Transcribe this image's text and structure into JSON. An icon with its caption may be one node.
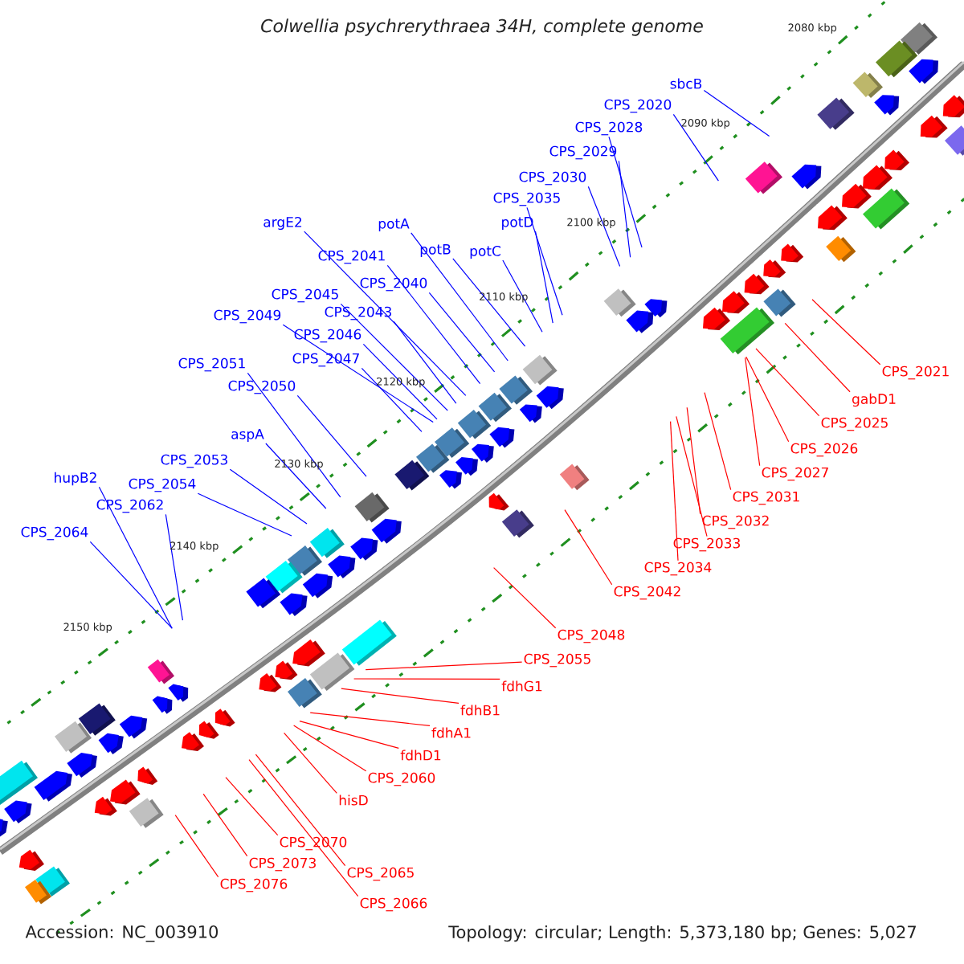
{
  "diagram": {
    "title": "Colwellia psychrerythraea 34H, complete genome",
    "nodes": [
      {
        "text": [
          "sbcB"
        ]
      },
      {
        "text": [
          "CPS_2020"
        ]
      },
      {
        "text": [
          "CPS_2028"
        ]
      },
      {
        "text": [
          "CPS_2029"
        ]
      },
      {
        "text": [
          "CPS_2030"
        ]
      },
      {
        "text": [
          "CPS_2035"
        ]
      },
      {
        "text": [
          "potD"
        ]
      },
      {
        "text": [
          "potC"
        ]
      },
      {
        "text": [
          "potB"
        ]
      },
      {
        "text": [
          "potA"
        ]
      },
      {
        "text": [
          "argE2"
        ]
      },
      {
        "text": [
          "CPS_2041"
        ]
      },
      {
        "text": [
          "CPS_2040"
        ]
      },
      {
        "text": [
          "CPS_2045"
        ]
      },
      {
        "text": [
          "CPS_2043"
        ]
      },
      {
        "text": [
          "CPS_2049"
        ]
      },
      {
        "text": [
          "CPS_2046"
        ]
      },
      {
        "text": [
          "CPS_2047"
        ]
      },
      {
        "text": [
          "CPS_2051"
        ]
      },
      {
        "text": [
          "CPS_2050"
        ]
      },
      {
        "text": [
          "aspA"
        ]
      },
      {
        "text": [
          "CPS_2053"
        ]
      },
      {
        "text": [
          "CPS_2054"
        ]
      },
      {
        "text": [
          "hupB2"
        ]
      },
      {
        "text": [
          "CPS_2062"
        ]
      },
      {
        "text": [
          "CPS_2064"
        ]
      },
      {
        "text": [
          "CPS_2021"
        ]
      },
      {
        "text": [
          "gabD1"
        ]
      },
      {
        "text": [
          "CPS_2025"
        ]
      },
      {
        "text": [
          "CPS_2026"
        ]
      },
      {
        "text": [
          "CPS_2027"
        ]
      },
      {
        "text": [
          "CPS_2031"
        ]
      },
      {
        "text": [
          "CPS_2032"
        ]
      },
      {
        "text": [
          "CPS_2033"
        ]
      },
      {
        "text": [
          "CPS_2034"
        ]
      },
      {
        "text": [
          "CPS_2042"
        ]
      },
      {
        "text": [
          "CPS_2048"
        ]
      },
      {
        "text": [
          "CPS_2055"
        ]
      },
      {
        "text": [
          "fdhG1"
        ]
      },
      {
        "text": [
          "fdhB1"
        ]
      },
      {
        "text": [
          "fdhA1"
        ]
      },
      {
        "text": [
          "fdhD1"
        ]
      },
      {
        "text": [
          "CPS_2060"
        ]
      },
      {
        "text": [
          "hisD"
        ]
      },
      {
        "text": [
          "CPS_2070"
        ]
      },
      {
        "text": [
          "CPS_2073"
        ]
      },
      {
        "text": [
          "CPS_2065"
        ]
      },
      {
        "text": [
          "CPS_2076"
        ]
      },
      {
        "text": [
          "CPS_2066"
        ]
      }
    ],
    "edges": [
      {
        "from": 0,
        "to": null,
        "arrow": "none"
      },
      {
        "from": 1,
        "to": null,
        "arrow": "none"
      },
      {
        "from": 2,
        "to": null,
        "arrow": "none"
      },
      {
        "from": 3,
        "to": null,
        "arrow": "none"
      },
      {
        "from": 4,
        "to": null,
        "arrow": "none"
      },
      {
        "from": 5,
        "to": null,
        "arrow": "none"
      },
      {
        "from": 6,
        "to": null,
        "arrow": "none"
      },
      {
        "from": 7,
        "to": null,
        "arrow": "none"
      },
      {
        "from": 8,
        "to": null,
        "arrow": "none"
      },
      {
        "from": 9,
        "to": null,
        "arrow": "none"
      },
      {
        "from": 10,
        "to": null,
        "arrow": "none"
      },
      {
        "from": 11,
        "to": null,
        "arrow": "none"
      },
      {
        "from": 12,
        "to": null,
        "arrow": "none"
      },
      {
        "from": 13,
        "to": null,
        "arrow": "none"
      },
      {
        "from": 14,
        "to": null,
        "arrow": "none"
      },
      {
        "from": 15,
        "to": null,
        "arrow": "none"
      },
      {
        "from": 16,
        "to": null,
        "arrow": "none"
      },
      {
        "from": 17,
        "to": null,
        "arrow": "none"
      },
      {
        "from": 18,
        "to": null,
        "arrow": "none"
      },
      {
        "from": 19,
        "to": null,
        "arrow": "none"
      },
      {
        "from": 20,
        "to": null,
        "arrow": "none"
      },
      {
        "from": 21,
        "to": null,
        "arrow": "none"
      },
      {
        "from": 22,
        "to": null,
        "arrow": "none"
      },
      {
        "from": 23,
        "to": null,
        "arrow": "none"
      },
      {
        "from": 24,
        "to": null,
        "arrow": "none"
      },
      {
        "from": 25,
        "to": null,
        "arrow": "none"
      },
      {
        "from": 26,
        "to": null,
        "arrow": "none",
        "color": "#ff0000"
      },
      {
        "from": 27,
        "to": null,
        "arrow": "none",
        "color": "#ff0000"
      },
      {
        "from": 28,
        "to": null,
        "arrow": "none",
        "color": "#ff0000"
      },
      {
        "from": 29,
        "to": null,
        "arrow": "none",
        "color": "#ff0000"
      },
      {
        "from": 30,
        "to": null,
        "arrow": "none",
        "color": "#ff0000"
      },
      {
        "from": 31,
        "to": null,
        "arrow": "none",
        "color": "#ff0000"
      },
      {
        "from": 32,
        "to": null,
        "arrow": "none",
        "color": "#ff0000"
      },
      {
        "from": 33,
        "to": null,
        "arrow": "none",
        "color": "#ff0000"
      },
      {
        "from": 34,
        "to": null,
        "arrow": "none",
        "color": "#ff0000"
      },
      {
        "from": 35,
        "to": null,
        "arrow": "none",
        "color": "#ff0000"
      },
      {
        "from": 36,
        "to": null,
        "arrow": "none",
        "color": "#ff0000"
      },
      {
        "from": 37,
        "to": null,
        "arrow": "none",
        "color": "#ff0000"
      },
      {
        "from": 38,
        "to": null,
        "arrow": "none",
        "color": "#ff0000"
      },
      {
        "from": 39,
        "to": null,
        "arrow": "none",
        "color": "#ff0000"
      },
      {
        "from": 40,
        "to": null,
        "arrow": "none",
        "color": "#ff0000"
      },
      {
        "from": 41,
        "to": null,
        "arrow": "none",
        "color": "#ff0000"
      },
      {
        "from": 42,
        "to": null,
        "arrow": "none",
        "color": "#ff0000"
      },
      {
        "from": 43,
        "to": null,
        "arrow": "none",
        "color": "#ff0000"
      },
      {
        "from": 44,
        "to": null,
        "arrow": "none",
        "color": "#ff0000"
      },
      {
        "from": 45,
        "to": null,
        "arrow": "none",
        "color": "#ff0000"
      },
      {
        "from": 46,
        "to": null,
        "arrow": "none",
        "color": "#ff0000"
      },
      {
        "from": 47,
        "to": null,
        "arrow": "none",
        "color": "#ff0000"
      },
      {
        "from": 48,
        "to": null,
        "arrow": "none",
        "color": "#ff0000"
      }
    ],
    "labels": [
      "2080 kbp",
      "2090 kbp",
      "2100 kbp",
      "2110 kbp",
      "2120 kbp",
      "2130 kbp",
      "2140 kbp",
      "2150 kbp",
      "Accession: NC_003910",
      "Topology: circular; Length: 5,373,180 bp; Genes: 5,027"
    ]
  }
}
